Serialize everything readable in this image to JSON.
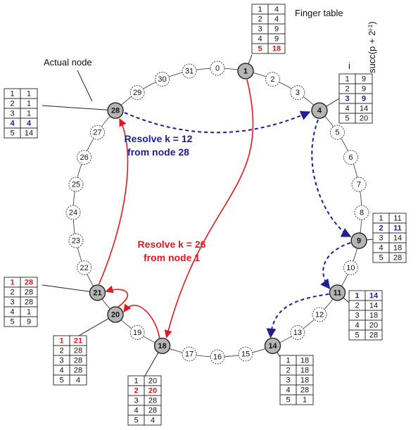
{
  "labels": {
    "finger_table": "Finger table",
    "actual_node": "Actual node",
    "col_i": "i",
    "col_succ": "succ(p + 2",
    "col_succ_exp": "i-1",
    "col_succ_close": ")"
  },
  "ring": {
    "positions": [
      "0",
      "1",
      "2",
      "3",
      "4",
      "5",
      "6",
      "7",
      "8",
      "9",
      "10",
      "11",
      "12",
      "13",
      "14",
      "15",
      "16",
      "17",
      "18",
      "19",
      "20",
      "21",
      "22",
      "23",
      "24",
      "25",
      "26",
      "27",
      "28",
      "29",
      "30",
      "31"
    ],
    "actual_nodes": [
      "1",
      "4",
      "9",
      "11",
      "14",
      "18",
      "20",
      "21",
      "28"
    ]
  },
  "resolve_blue": {
    "line1": "Resolve k = 12",
    "line2": "from node 28",
    "color": "#1f1f8f"
  },
  "resolve_red": {
    "line1": "Resolve k = 26",
    "line2": "from node 1",
    "color": "#e0191f"
  },
  "finger_tables": [
    {
      "node": "1",
      "rows": [
        [
          "1",
          "4"
        ],
        [
          "2",
          "4"
        ],
        [
          "3",
          "9"
        ],
        [
          "4",
          "9"
        ],
        [
          "5",
          "18"
        ]
      ],
      "hl": 4,
      "hlColor": "#e0191f"
    },
    {
      "node": "4",
      "rows": [
        [
          "1",
          "9"
        ],
        [
          "2",
          "9"
        ],
        [
          "3",
          "9"
        ],
        [
          "4",
          "14"
        ],
        [
          "5",
          "20"
        ]
      ],
      "hl": 2,
      "hlColor": "#1f1f8f"
    },
    {
      "node": "9",
      "rows": [
        [
          "1",
          "11"
        ],
        [
          "2",
          "11"
        ],
        [
          "3",
          "14"
        ],
        [
          "4",
          "18"
        ],
        [
          "5",
          "28"
        ]
      ],
      "hl": 1,
      "hlColor": "#1f1f8f"
    },
    {
      "node": "11",
      "rows": [
        [
          "1",
          "14"
        ],
        [
          "2",
          "14"
        ],
        [
          "3",
          "18"
        ],
        [
          "4",
          "20"
        ],
        [
          "5",
          "28"
        ]
      ],
      "hl": 0,
      "hlColor": "#1f1f8f"
    },
    {
      "node": "14",
      "rows": [
        [
          "1",
          "18"
        ],
        [
          "2",
          "18"
        ],
        [
          "3",
          "18"
        ],
        [
          "4",
          "28"
        ],
        [
          "5",
          "1"
        ]
      ],
      "hl": -1,
      "hlColor": "#111"
    },
    {
      "node": "18",
      "rows": [
        [
          "1",
          "20"
        ],
        [
          "2",
          "20"
        ],
        [
          "3",
          "28"
        ],
        [
          "4",
          "28"
        ],
        [
          "5",
          "4"
        ]
      ],
      "hl": 1,
      "hlColor": "#e0191f"
    },
    {
      "node": "20",
      "rows": [
        [
          "1",
          "21"
        ],
        [
          "2",
          "28"
        ],
        [
          "3",
          "28"
        ],
        [
          "4",
          "28"
        ],
        [
          "5",
          "4"
        ]
      ],
      "hl": 0,
      "hlColor": "#e0191f"
    },
    {
      "node": "21",
      "rows": [
        [
          "1",
          "28"
        ],
        [
          "2",
          "28"
        ],
        [
          "3",
          "28"
        ],
        [
          "4",
          "1"
        ],
        [
          "5",
          "9"
        ]
      ],
      "hl": 0,
      "hlColor": "#e0191f"
    },
    {
      "node": "28",
      "rows": [
        [
          "1",
          "1"
        ],
        [
          "2",
          "1"
        ],
        [
          "3",
          "1"
        ],
        [
          "4",
          "4"
        ],
        [
          "5",
          "14"
        ]
      ],
      "hl": 3,
      "hlColor": "#1f1f8f"
    }
  ]
}
